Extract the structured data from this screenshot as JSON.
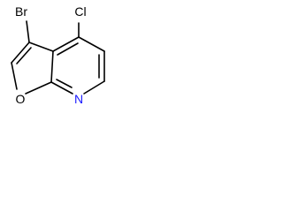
{
  "molecule": {
    "atoms": {
      "br": "Br",
      "cl": "Cl",
      "o": "O",
      "n": "N"
    },
    "colors": {
      "bond": "#000000",
      "carbon_label": "#000000",
      "nitrogen_label": "#1a1aff"
    }
  }
}
